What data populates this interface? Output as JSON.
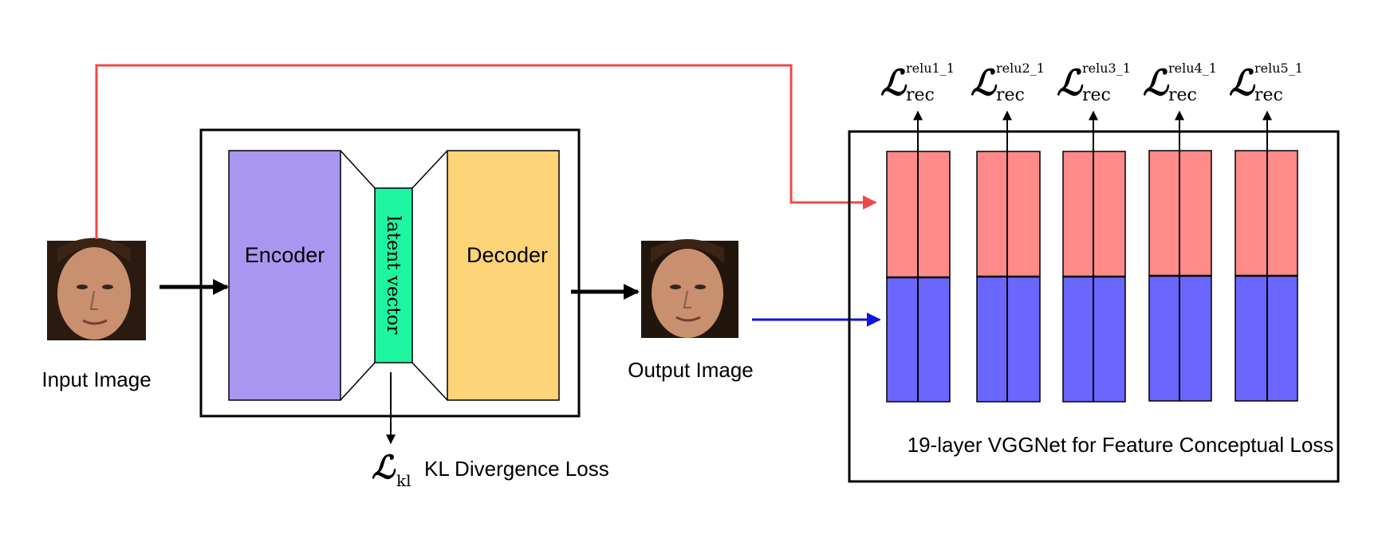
{
  "input_label": "Input Image",
  "output_label": "Output Image",
  "encoder_label": "Encoder",
  "decoder_label": "Decoder",
  "latent_label": "latent vector",
  "kl": {
    "symbol": "ℒ",
    "subscript": "kl",
    "label": "KL Divergence Loss"
  },
  "vgg_label": "19-layer VGGNet for Feature Conceptual Loss",
  "rec_losses": [
    {
      "symbol": "ℒ",
      "subscript": "rec",
      "superscript": "relu1_1"
    },
    {
      "symbol": "ℒ",
      "subscript": "rec",
      "superscript": "relu2_1"
    },
    {
      "symbol": "ℒ",
      "subscript": "rec",
      "superscript": "relu3_1"
    },
    {
      "symbol": "ℒ",
      "subscript": "rec",
      "superscript": "relu4_1"
    },
    {
      "symbol": "ℒ",
      "subscript": "rec",
      "superscript": "relu5_1"
    }
  ],
  "colors": {
    "encoder": "#a996f0",
    "decoder": "#fed478",
    "latent": "#1df5a0",
    "vgg_top": "#fe8a8a",
    "vgg_bottom": "#6b66fe",
    "input_path": "#f04848",
    "output_path": "#1212e0"
  }
}
